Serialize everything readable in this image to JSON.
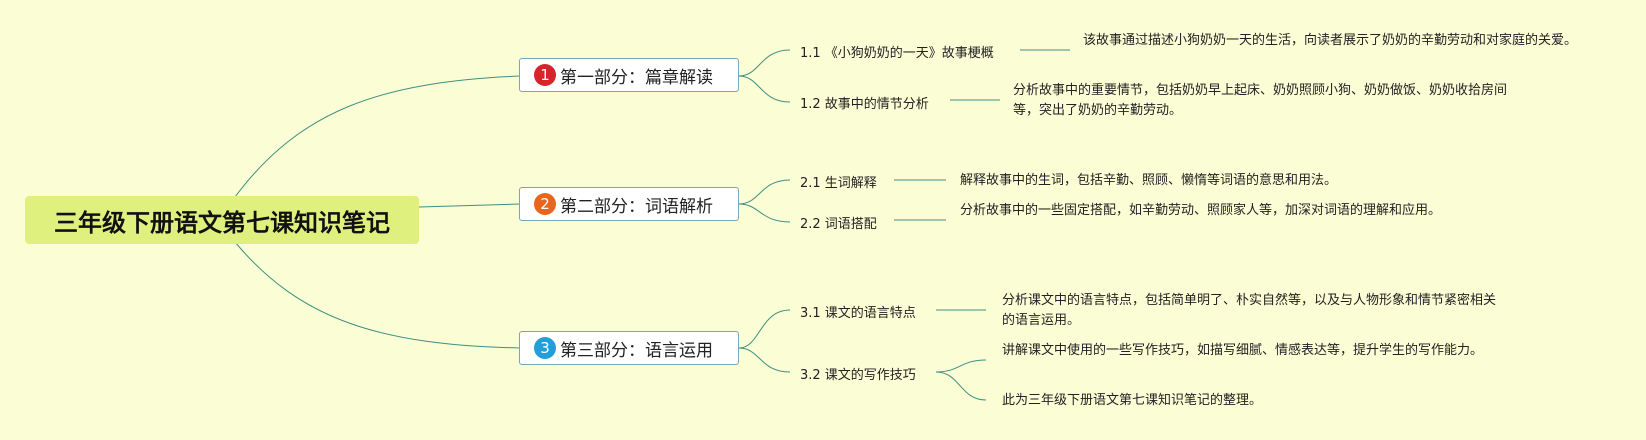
{
  "root": {
    "title": "三年级下册语文第七课知识笔记"
  },
  "colors": {
    "background": "#fbfdd5",
    "root_fill": "#dff07e",
    "line": "#3f8f84",
    "badge1": "#d9232a",
    "badge2": "#e8651e",
    "badge3": "#239ed8"
  },
  "sections": [
    {
      "number": "1",
      "title": "第一部分：篇章解读",
      "items": [
        {
          "label": "1.1 《小狗奶奶的一天》故事梗概",
          "details": [
            "该故事通过描述小狗奶奶一天的生活，向读者展示了奶奶的辛勤劳动和对家庭的关爱。"
          ]
        },
        {
          "label": "1.2 故事中的情节分析",
          "details": [
            "分析故事中的重要情节，包括奶奶早上起床、奶奶照顾小狗、奶奶做饭、奶奶收拾房间等，突出了奶奶的辛勤劳动。"
          ]
        }
      ]
    },
    {
      "number": "2",
      "title": "第二部分：词语解析",
      "items": [
        {
          "label": "2.1 生词解释",
          "details": [
            "解释故事中的生词，包括辛勤、照顾、懒惰等词语的意思和用法。"
          ]
        },
        {
          "label": "2.2 词语搭配",
          "details": [
            "分析故事中的一些固定搭配，如辛勤劳动、照顾家人等，加深对词语的理解和应用。"
          ]
        }
      ]
    },
    {
      "number": "3",
      "title": "第三部分：语言运用",
      "items": [
        {
          "label": "3.1 课文的语言特点",
          "details": [
            "分析课文中的语言特点，包括简单明了、朴实自然等，以及与人物形象和情节紧密相关的语言运用。"
          ]
        },
        {
          "label": "3.2 课文的写作技巧",
          "details": [
            "讲解课文中使用的一些写作技巧，如描写细腻、情感表达等，提升学生的写作能力。",
            "此为三年级下册语文第七课知识笔记的整理。"
          ]
        }
      ]
    }
  ]
}
